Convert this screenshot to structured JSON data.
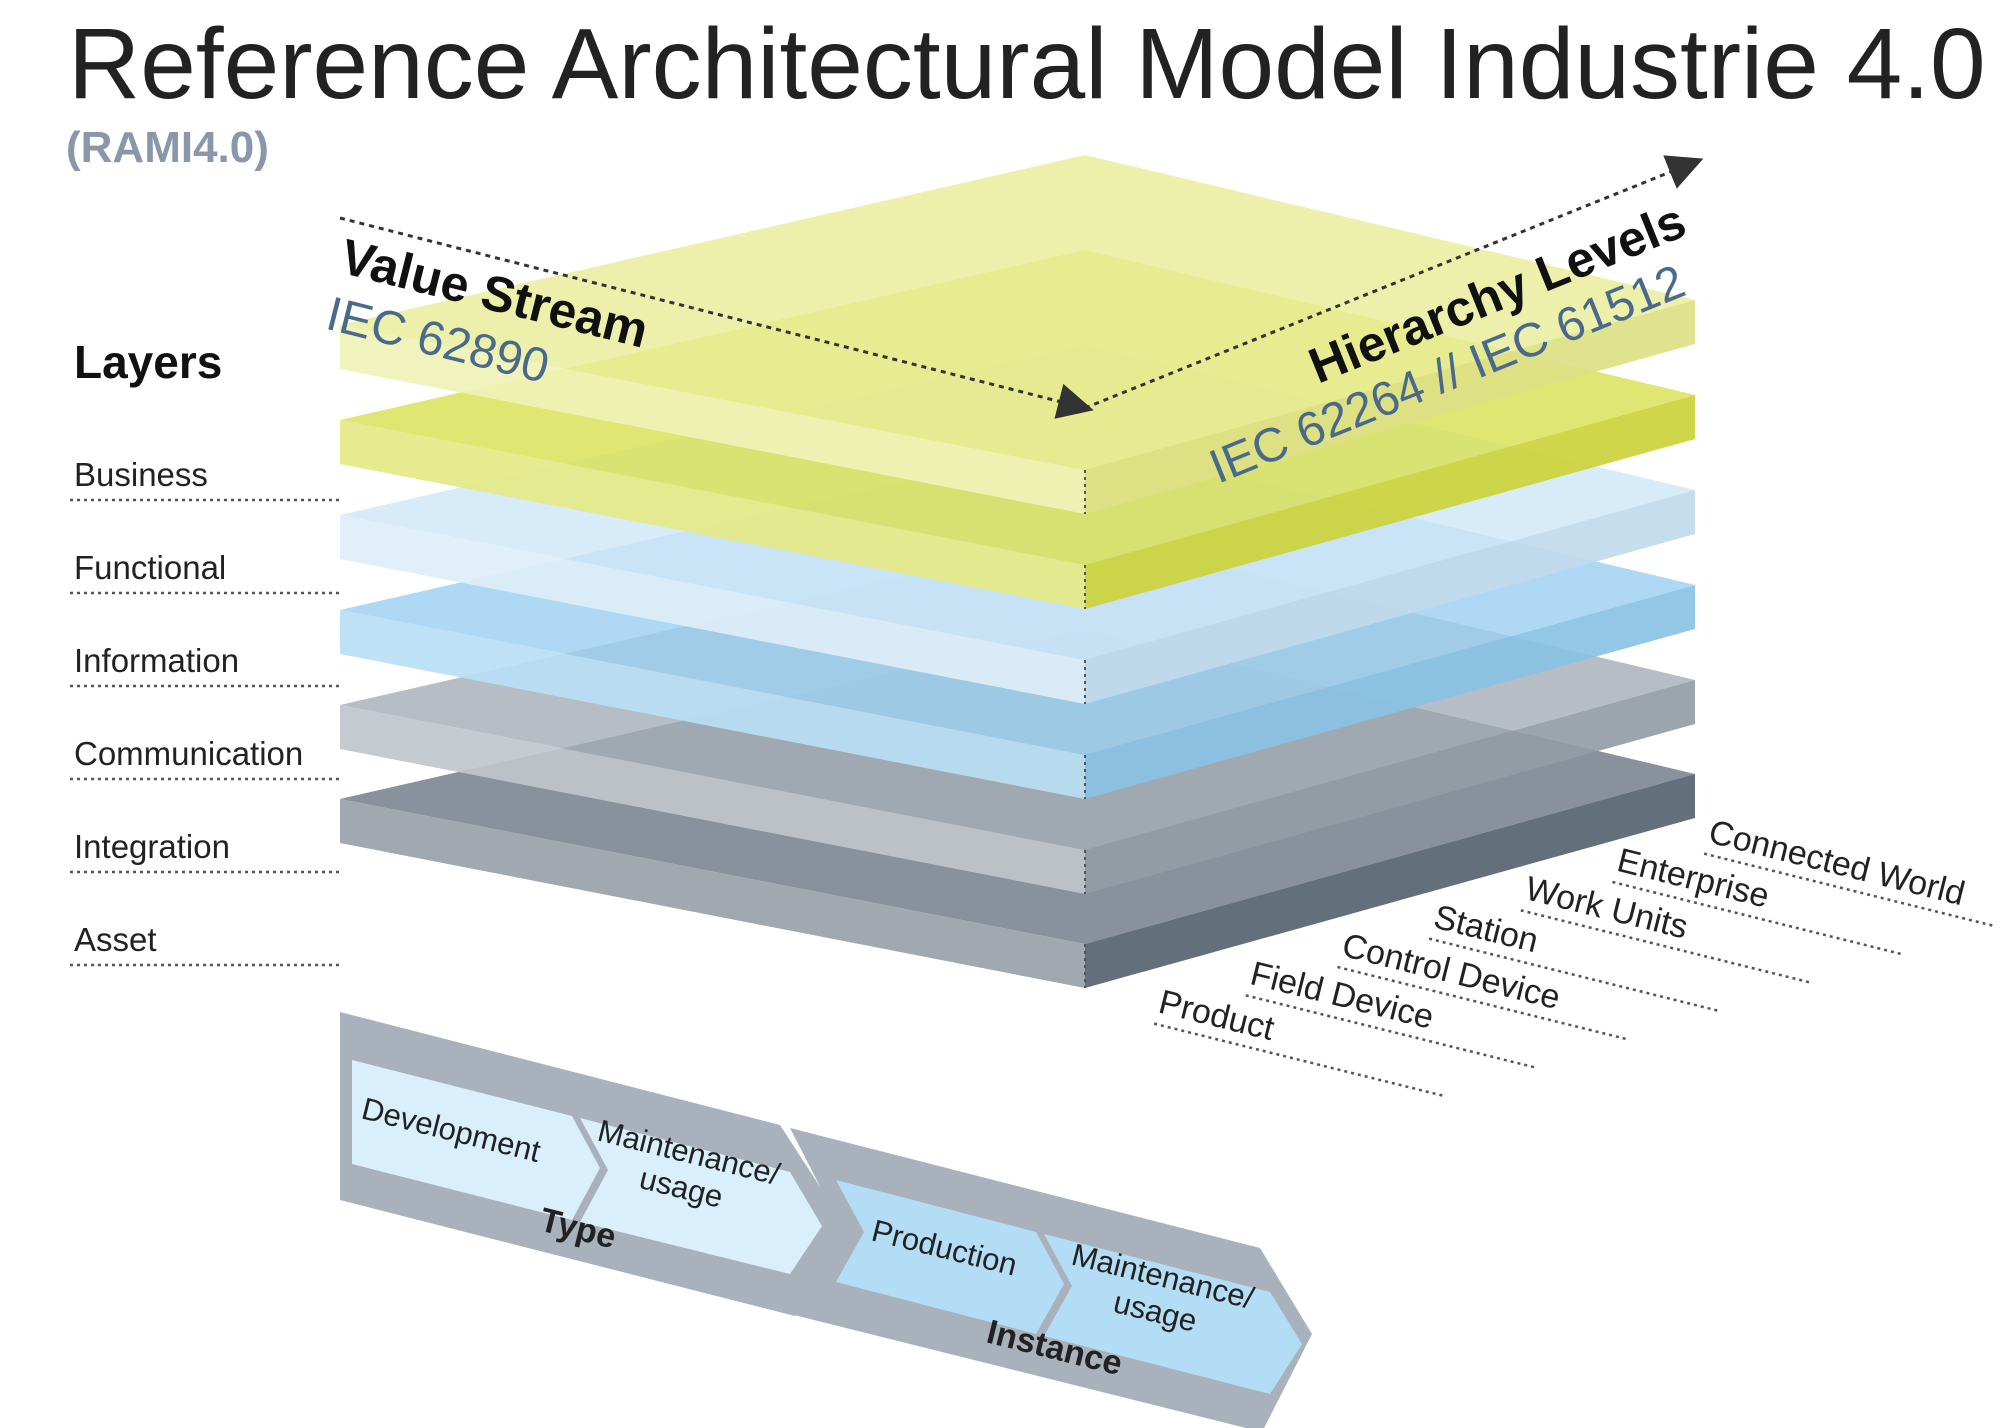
{
  "title": "Reference Architectural Model Industrie 4.0",
  "subtitle": "(RAMI4.0)",
  "value_stream": {
    "label": "Value Stream",
    "standard": "IEC 62890"
  },
  "hierarchy": {
    "label": "Hierarchy Levels",
    "standard": "IEC 62264 // IEC 61512"
  },
  "layers_heading": "Layers",
  "layers": [
    {
      "name": "Business",
      "color": "#e6ea8a"
    },
    {
      "name": "Functional",
      "color": "#d4dc3c"
    },
    {
      "name": "Information",
      "color": "#c8e3f6"
    },
    {
      "name": "Communication",
      "color": "#8fcaee"
    },
    {
      "name": "Integration",
      "color": "#9aa3ad"
    },
    {
      "name": "Asset",
      "color": "#5a6775"
    }
  ],
  "hierarchy_levels": [
    "Product",
    "Field Device",
    "Control Device",
    "Station",
    "Work Units",
    "Enterprise",
    "Connected World"
  ],
  "life_cycle": {
    "type": {
      "label": "Type",
      "phases": [
        "Development",
        "Maintenance/\nusage"
      ]
    },
    "instance": {
      "label": "Instance",
      "phases": [
        "Production",
        "Maintenance/\nusage"
      ]
    }
  },
  "colors": {
    "lifecycle_band": "#a9b1bc",
    "type_chevron": "#d9effb",
    "instance_chevron": "#b3ddf5"
  }
}
